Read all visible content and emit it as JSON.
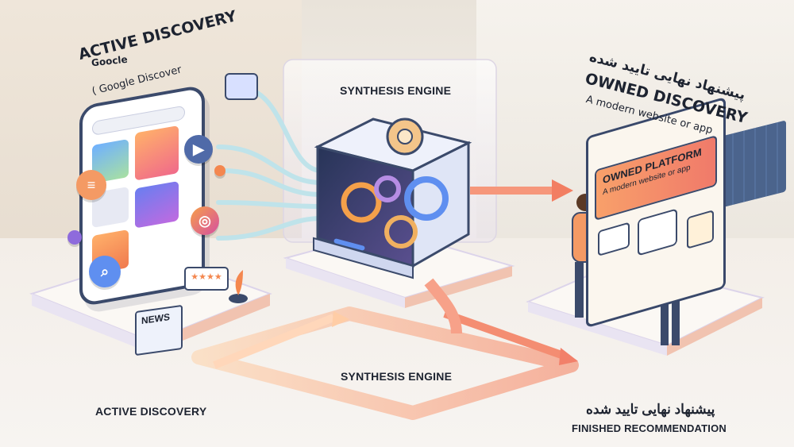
{
  "left": {
    "brand_small": "Goocle",
    "title": "ACTIVE DISCOVERY",
    "subtitle": "( Google Discover",
    "bottom_label": "ACTIVE DISCOVERY",
    "news_label": "NEWS"
  },
  "middle": {
    "top_label": "SYNTHESIS ENGINE",
    "bottom_label": "SYNTHESIS ENGINE"
  },
  "right": {
    "persian_title": "پیشنهاد نهایی تایید شده",
    "title": "OWNED DISCOVERY",
    "subtitle": "A modern website or app",
    "panel_title": "OWNED PLATFORM",
    "panel_subtitle": "A modern website or app",
    "persian_bottom": "پیشنهاد نهایی تایید شده",
    "bottom_label": "FINISHED RECOMMENDATION"
  },
  "icons": {
    "left": [
      "google-search-icon",
      "youtube-icon",
      "instagram-icon",
      "magnifier-icon",
      "chat-bubble-icon",
      "rating-stars-icon",
      "news-icon",
      "plant-icon"
    ],
    "middle": [
      "gear-icon"
    ],
    "right": [
      "people-icon",
      "tablet-icon",
      "gift-icon"
    ]
  },
  "colors": {
    "navy": "#3b4a6b",
    "orange": "#f4874f",
    "pink": "#f06a8a",
    "blue": "#5f8ff0",
    "purple": "#8e6bdc",
    "cream": "#fbf6ee"
  }
}
